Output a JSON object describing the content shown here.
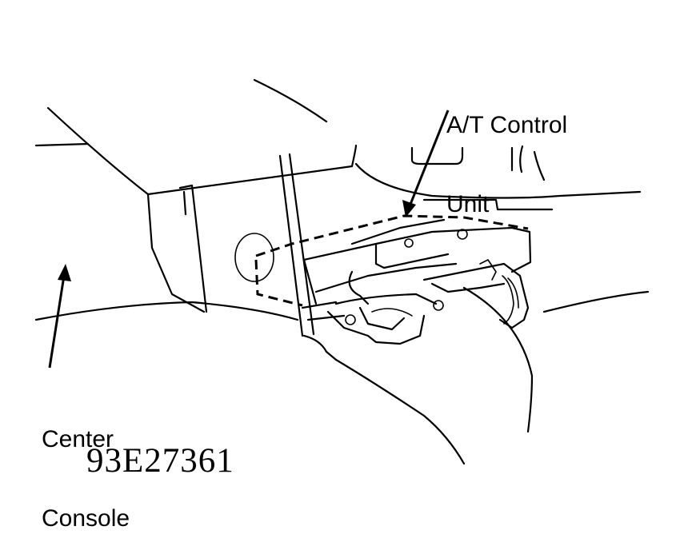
{
  "labels": {
    "at_control_unit_line1": "A/T Control",
    "at_control_unit_line2": "Unit",
    "center_console_line1": "Center",
    "center_console_line2": "Console"
  },
  "figure_code": "93E27361",
  "colors": {
    "ink": "#000000",
    "background": "#ffffff"
  }
}
